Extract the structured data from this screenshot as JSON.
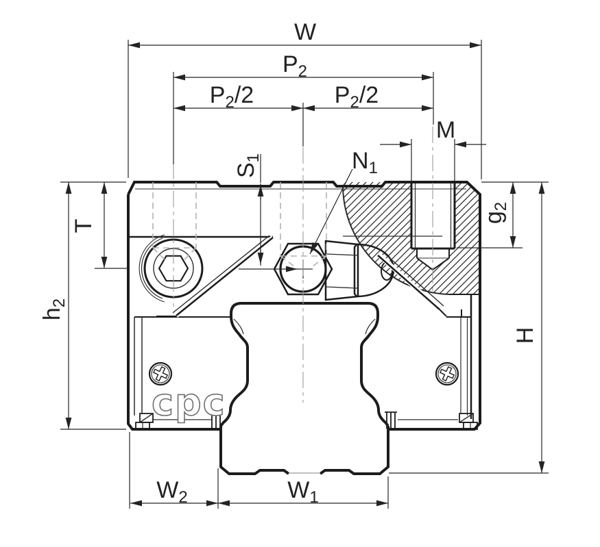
{
  "drawing": {
    "type": "linear-guide-block-cross-section",
    "brand_logo": {
      "text": "cpc"
    },
    "labels": {
      "w": {
        "pre": "W",
        "sub": "",
        "post": ""
      },
      "p2": {
        "pre": "P",
        "sub": "2",
        "post": ""
      },
      "p2_half_left": {
        "pre": "P",
        "sub": "2",
        "post": "/2"
      },
      "p2_half_right": {
        "pre": "P",
        "sub": "2",
        "post": "/2"
      },
      "m": {
        "pre": "M",
        "sub": "",
        "post": ""
      },
      "n1": {
        "pre": "N",
        "sub": "1",
        "post": ""
      },
      "s1": {
        "pre": "S",
        "sub": "1",
        "post": ""
      },
      "t": {
        "pre": "T",
        "sub": "",
        "post": ""
      },
      "h2": {
        "pre": "h",
        "sub": "2",
        "post": ""
      },
      "g2": {
        "pre": "g",
        "sub": "2",
        "post": ""
      },
      "h": {
        "pre": "H",
        "sub": "",
        "post": ""
      },
      "w2": {
        "pre": "W",
        "sub": "2",
        "post": ""
      },
      "w1": {
        "pre": "W",
        "sub": "1",
        "post": ""
      }
    },
    "colors": {
      "background": "#ffffff",
      "outline": "#1c1c1c",
      "dimension": "#242424",
      "hidden_line": "#b2b2b2",
      "centerline": "#9a9a9a",
      "hatch": "#2b2b2b",
      "logo_stroke": "#6f6f6f"
    }
  }
}
